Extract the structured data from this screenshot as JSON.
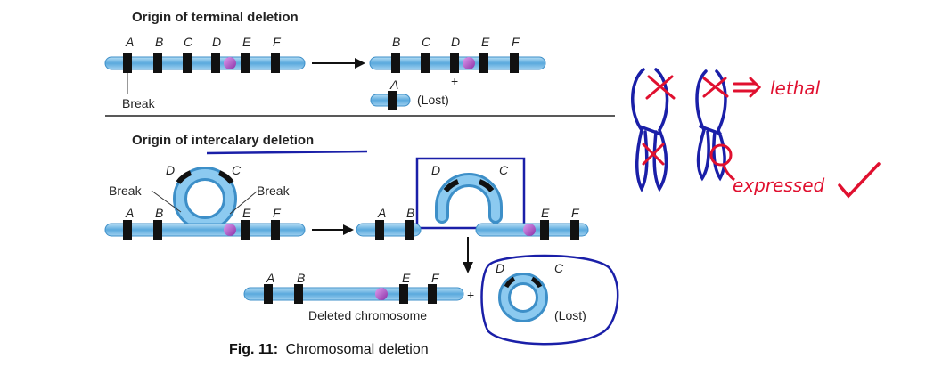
{
  "terminal": {
    "title": "Origin of terminal deletion",
    "genes": [
      "A",
      "B",
      "C",
      "D",
      "E",
      "F"
    ],
    "result_genes": [
      "B",
      "C",
      "D",
      "E",
      "F"
    ],
    "plus": "+",
    "fragment_gene": "A",
    "lost": "(Lost)",
    "break_label": "Break"
  },
  "intercalary": {
    "title": "Origin of intercalary deletion",
    "break_left": "Break",
    "break_right": "Break",
    "loop_genes": [
      "D",
      "C"
    ],
    "left_genes": [
      "A",
      "B"
    ],
    "right_genes": [
      "E",
      "F"
    ],
    "deleted_genes": [
      "A",
      "B",
      "E",
      "F"
    ],
    "deleted_label": "Deleted chromosome",
    "plus": "+",
    "lost": "(Lost)"
  },
  "caption": {
    "bold": "Fig. 11:",
    "text": "Chromosomal deletion"
  },
  "annotations": {
    "lethal": "lethal",
    "expressed": "expressed"
  },
  "colors": {
    "chromosome": "#6fb8e6",
    "chromosome_edge": "#3d8fc8",
    "band": "#111111",
    "centromere": "#b34fc9",
    "ink_blue": "#1a1fa8",
    "ink_red": "#e0102f"
  }
}
